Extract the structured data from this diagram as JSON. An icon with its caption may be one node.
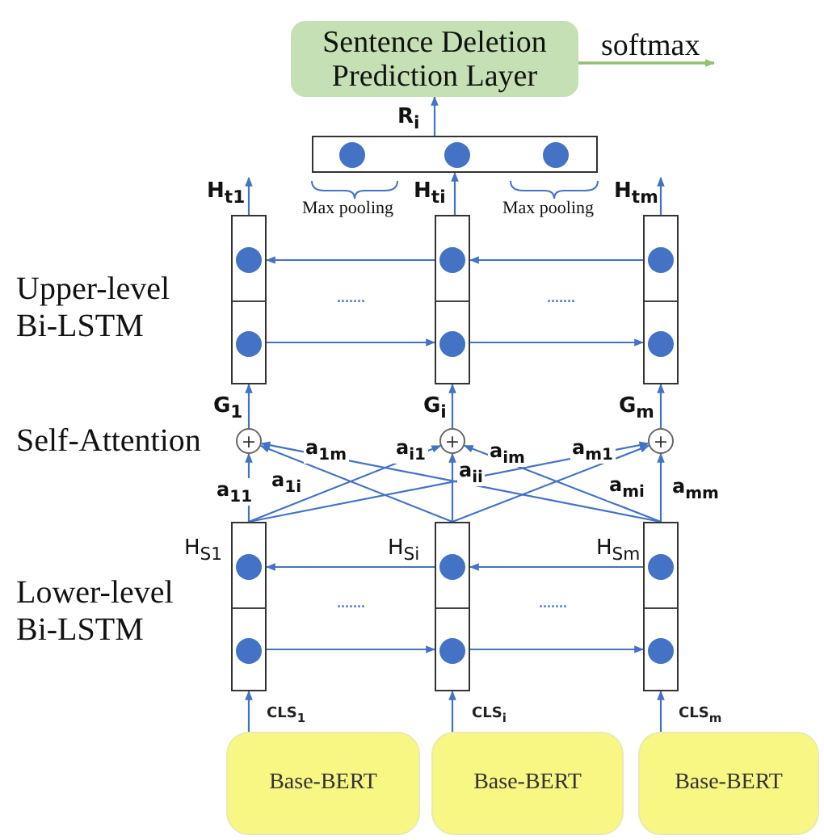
{
  "diagram": {
    "nodes": [
      {
        "text": [
          "Sentence Deletion Prediction Layer"
        ]
      },
      {
        "text": [],
        "shape": "box"
      },
      {
        "text": [],
        "shape": "box"
      },
      {
        "text": [],
        "shape": "box"
      },
      {
        "text": [],
        "shape": "box"
      },
      {
        "text": [
          "+"
        ]
      },
      {
        "text": [
          "+"
        ]
      },
      {
        "text": [
          "+"
        ]
      },
      {
        "text": [],
        "shape": "box",
        "beside": [
          "H$_{S1}$"
        ]
      },
      {
        "text": [],
        "shape": "box",
        "beside": [
          "H$_{Si}$"
        ]
      },
      {
        "text": [],
        "shape": "box",
        "beside": [
          "H$_{Sm}$"
        ]
      },
      {
        "text": [
          "Base-BERT"
        ]
      },
      {
        "text": [
          "Base-BERT"
        ]
      },
      {
        "text": [
          "Base-BERT"
        ]
      }
    ],
    "edges": [
      {
        "from": 1,
        "to": 0,
        "arrow": "to",
        "label": "R$_{i}$"
      },
      {
        "from": 0,
        "to": null,
        "arrow": "to",
        "label": "softmax",
        "color": "#8fc16f"
      },
      {
        "from": 2,
        "to": null,
        "arrow": "to",
        "label": "H$_{t1}$"
      },
      {
        "from": 3,
        "to": 1,
        "arrow": "to",
        "label": "H$_{ti}$"
      },
      {
        "from": 4,
        "to": null,
        "arrow": "to",
        "label": "H$_{tm}$"
      },
      {
        "from": 3,
        "to": 2,
        "arrow": "to"
      },
      {
        "from": 4,
        "to": 3,
        "arrow": "to"
      },
      {
        "from": 2,
        "to": 3,
        "arrow": "to"
      },
      {
        "from": 3,
        "to": 4,
        "arrow": "to"
      },
      {
        "from": 5,
        "to": 2,
        "arrow": "to",
        "label": "G$_{1}$"
      },
      {
        "from": 6,
        "to": 3,
        "arrow": "to",
        "label": "G$_{i}$"
      },
      {
        "from": 7,
        "to": 4,
        "arrow": "to",
        "label": "G$_{m}$"
      },
      {
        "from": 8,
        "to": 5,
        "arrow": "to",
        "label": "a$_{11}$"
      },
      {
        "from": 9,
        "to": 5,
        "arrow": "to",
        "label": "a$_{1i}$"
      },
      {
        "from": 10,
        "to": 5,
        "arrow": "to",
        "label": "a$_{1m}$"
      },
      {
        "from": 8,
        "to": 6,
        "arrow": "to",
        "label": "a$_{i1}$"
      },
      {
        "from": 9,
        "to": 6,
        "arrow": "to",
        "label": "a$_{ii}$"
      },
      {
        "from": 10,
        "to": 6,
        "arrow": "to",
        "label": "a$_{im}$"
      },
      {
        "from": 8,
        "to": 7,
        "arrow": "to",
        "label": "a$_{m1}$"
      },
      {
        "from": 9,
        "to": 7,
        "arrow": "to",
        "label": "a$_{mi}$"
      },
      {
        "from": 10,
        "to": 7,
        "arrow": "to",
        "label": "a$_{mm}$"
      },
      {
        "from": 9,
        "to": 8,
        "arrow": "to"
      },
      {
        "from": 10,
        "to": 9,
        "arrow": "to"
      },
      {
        "from": 8,
        "to": 9,
        "arrow": "to"
      },
      {
        "from": 9,
        "to": 10,
        "arrow": "to"
      },
      {
        "from": 11,
        "to": 8,
        "arrow": "to",
        "label": "CLS$_{1}$"
      },
      {
        "from": 12,
        "to": 9,
        "arrow": "to",
        "label": "CLS$_{i}$"
      },
      {
        "from": 13,
        "to": 10,
        "arrow": "to",
        "label": "CLS$_{m}$"
      }
    ],
    "labels": [
      "Upper-level Bi-LSTM",
      "Self-Attention",
      "Lower-level Bi-LSTM",
      "Max pooling",
      "Max pooling",
      ".......",
      ".......",
      ".......",
      "......."
    ]
  }
}
